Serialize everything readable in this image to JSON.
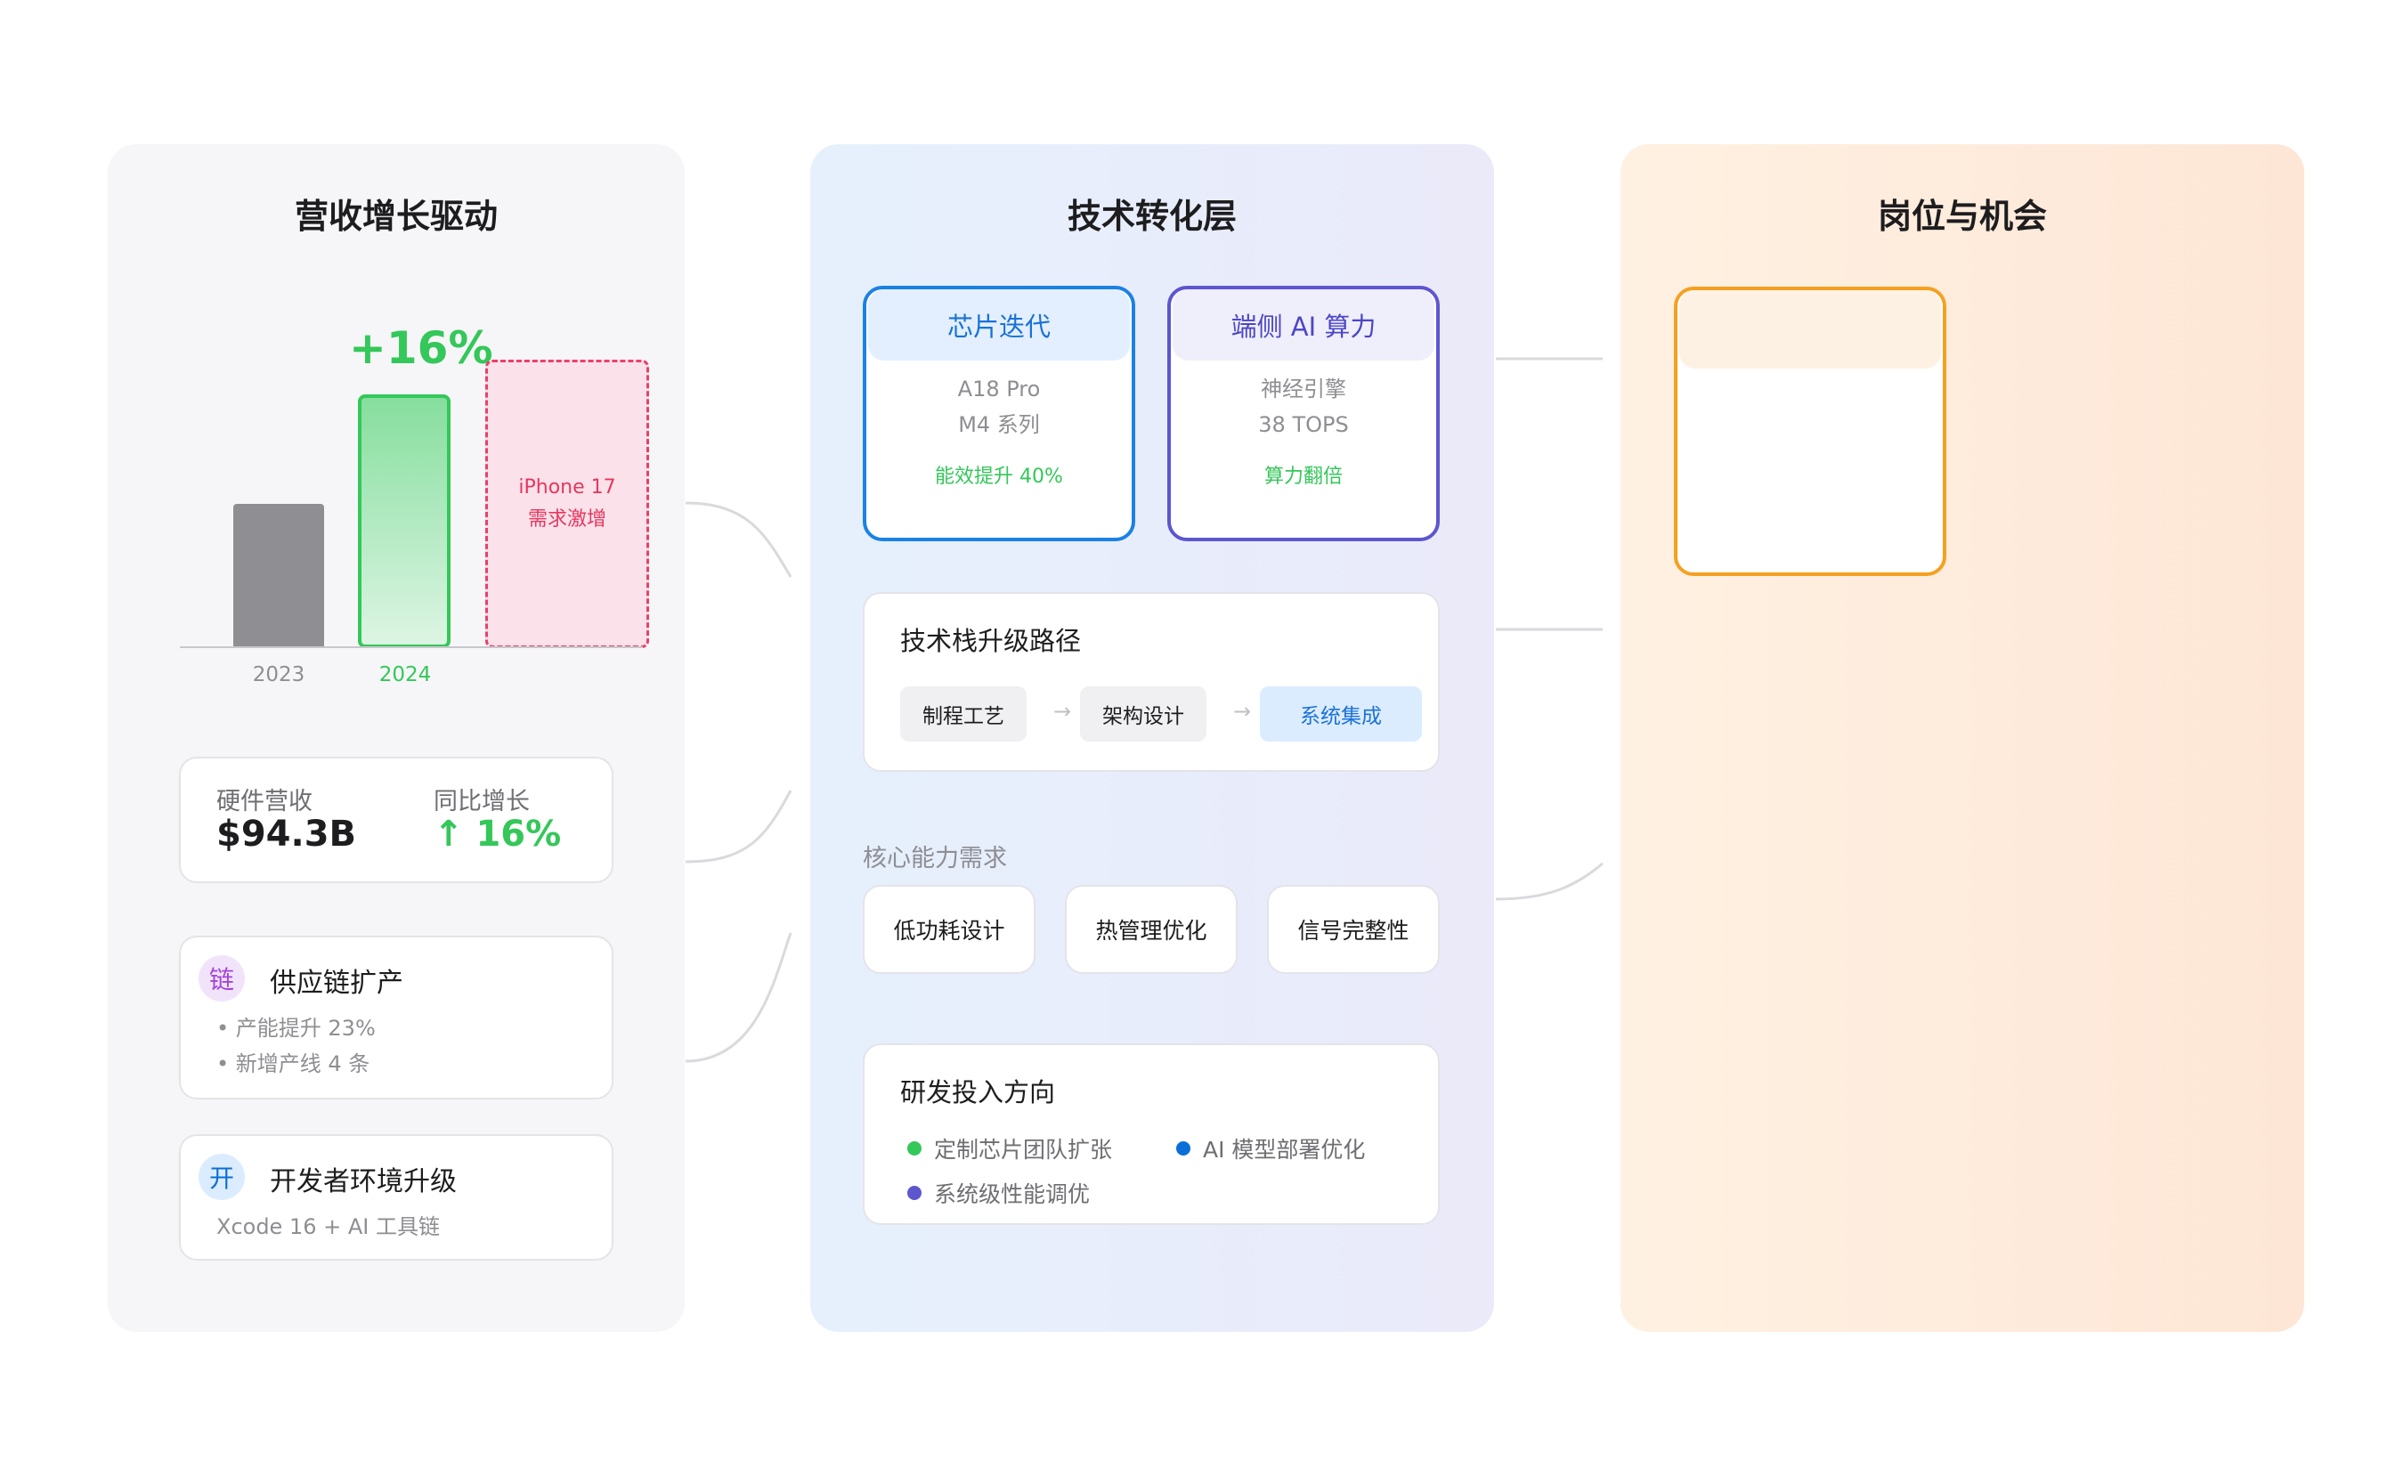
{
  "revenue_panel": {
    "title": "营收增长驱动",
    "growth_label": "+16%",
    "bar_chart": {
      "categories": [
        "2023",
        "2024"
      ],
      "projection_lines": [
        "iPhone 17",
        "需求激增"
      ]
    },
    "metrics": {
      "hardware_label": "硬件营收",
      "hardware_value": "$94.3B",
      "yoy_label": "同比增长",
      "yoy_value": "↑ 16%"
    },
    "supply_chain": {
      "badge": "链",
      "title": "供应链扩产",
      "lines": [
        "• 产能提升 23%",
        "• 新增产线 4 条"
      ]
    },
    "developer": {
      "badge": "开",
      "title": "开发者环境升级",
      "subtitle": "Xcode 16 + AI 工具链"
    }
  },
  "tech_panel": {
    "title": "技术转化层",
    "chip": {
      "title": "芯片迭代",
      "lines": [
        "A18 Pro",
        "M4 系列"
      ],
      "highlight": "能效提升 40%"
    },
    "ai": {
      "title": "端侧 AI 算力",
      "lines": [
        "神经引擎",
        "38 TOPS"
      ],
      "highlight": "算力翻倍"
    },
    "stack_path": {
      "title": "技术栈升级路径",
      "steps": [
        "制程工艺",
        "架构设计",
        "系统集成"
      ],
      "arrow": "→"
    },
    "core_skills": {
      "label": "核心能力需求",
      "items": [
        "低功耗设计",
        "热管理优化",
        "信号完整性"
      ]
    },
    "rnd": {
      "title": "研发投入方向",
      "items": [
        {
          "label": "定制芯片团队扩张",
          "color": "#34c759"
        },
        {
          "label": "AI 模型部署优化",
          "color": "#0a6fd6"
        },
        {
          "label": "系统级性能调优",
          "color": "#5d56cf"
        }
      ]
    }
  },
  "jobs_panel": {
    "title": "岗位与机会"
  },
  "colors": {
    "green": "#34c759",
    "blue": "#1a82e4",
    "indigo": "#5d56cf",
    "pink": "#ea3f6a",
    "orange": "#f5a020"
  }
}
